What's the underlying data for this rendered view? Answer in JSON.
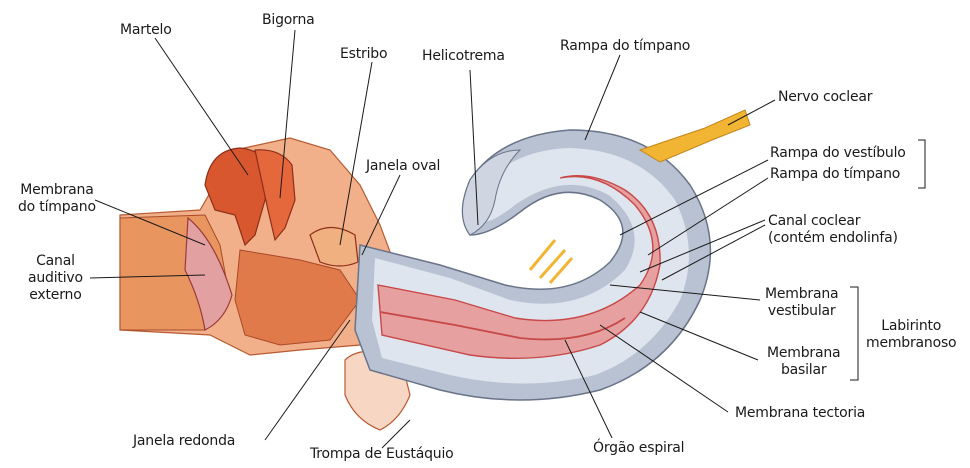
{
  "labels": {
    "martelo": "Martelo",
    "bigorna": "Bigorna",
    "estribo": "Estribo",
    "helicotrema": "Helicotrema",
    "rampa_timpano_top": "Rampa do tímpano",
    "nervo_coclear": "Nervo coclear",
    "janela_oval": "Janela oval",
    "rampa_vestibulo": "Rampa do vestíbulo",
    "rampa_timpano_right": "Rampa do tímpano",
    "membrana_timpano": "Membrana\ndo tímpano",
    "canal_coclear": "Canal coclear\n(contém endolinfa)",
    "canal_auditivo": "Canal\nauditivo\nexterno",
    "membrana_vestibular": "Membrana\nvestibular",
    "labirinto_membranoso": "Labirinto\nmembranoso",
    "membrana_basilar": "Membrana\nbasilar",
    "membrana_tectoria": "Membrana tectoria",
    "janela_redonda": "Janela redonda",
    "trompa_eustaquio": "Trompa de Eustáquio",
    "orgao_espiral": "Órgão espiral"
  },
  "colors": {
    "tissue": "#e07a4a",
    "tissue_light": "#f2b08a",
    "bone": "#d8572f",
    "bone_dark": "#b83d22",
    "cochlea_fill": "#b8c2d2",
    "cochlea_light": "#dfe5ee",
    "duct_pink": "#e6a0a0",
    "duct_red": "#c84848",
    "nerve": "#f2b533",
    "leader": "#1a1a1a"
  }
}
